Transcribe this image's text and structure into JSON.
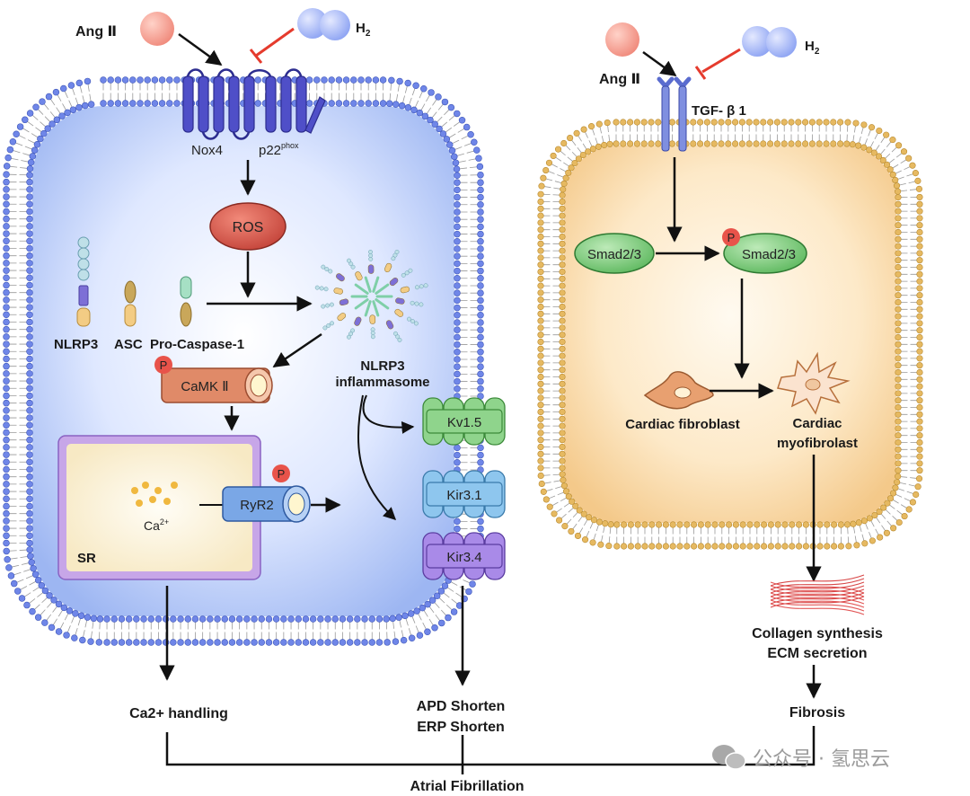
{
  "left_cell": {
    "angii_label": "Ang Ⅱ",
    "h2_label": "H",
    "h2_sub": "2",
    "nox4_label": "Nox4",
    "p22_label": "p22",
    "p22_sup": "phox",
    "ros_label": "ROS",
    "nlrp3_label": "NLRP3",
    "asc_label": "ASC",
    "procasp_label": "Pro-Caspase-1",
    "inflammasome_line1": "NLRP3",
    "inflammasome_line2": "inflammasome",
    "p_badge": "P",
    "camkii_label": "CaMK Ⅱ",
    "ryr2_label": "RyR2",
    "ca_label": "Ca",
    "ca_sup": "2+",
    "sr_label": "SR",
    "kv15_label": "Kv1.5",
    "kir31_label": "Kir3.1",
    "kir34_label": "Kir3.4"
  },
  "right_cell": {
    "angii_label": "Ang Ⅱ",
    "h2_label": "H",
    "h2_sub": "2",
    "tgf_label": "TGF- β 1",
    "smad_label": "Smad2/3",
    "psmad_label": "Smad2/3",
    "p_badge": "P",
    "fibroblast_label": "Cardiac fibroblast",
    "myofib_line1": "Cardiac",
    "myofib_line2": "myofibrolast",
    "collagen_line1": "Collagen synthesis",
    "collagen_line2": "ECM secretion"
  },
  "outcomes": {
    "ca_handling": "Ca2+ handling",
    "apd": "APD Shorten",
    "erp": "ERP Shorten",
    "fibrosis": "Fibrosis",
    "af": "Atrial Fibrillation"
  },
  "watermark": "公众号 · 氢思云",
  "colors": {
    "left_membrane": "#6f86e8",
    "right_membrane": "#e6b961",
    "ros": "#d9574a",
    "camk": "#e08a68",
    "smad": "#8cd18a",
    "kv15": "#8fd48c",
    "kir31": "#8ec6ee",
    "kir34": "#a98ae8",
    "inhibit": "#e53b2d",
    "p_badge": "#e8534a"
  }
}
